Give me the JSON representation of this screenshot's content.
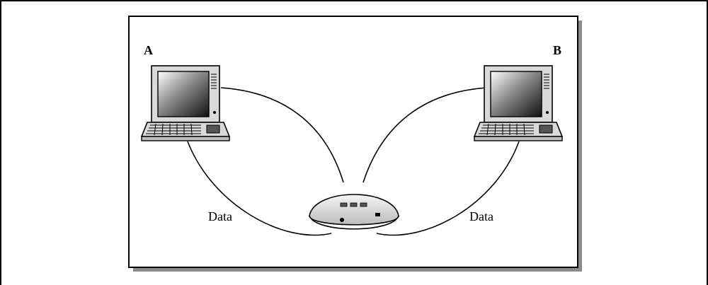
{
  "nodes": {
    "a": {
      "label": "A"
    },
    "b": {
      "label": "B"
    }
  },
  "links": {
    "left": {
      "label": "Data"
    },
    "right": {
      "label": "Data"
    }
  },
  "colors": {
    "line": "#000000",
    "background": "#ffffff",
    "shadow": "#8c8c8c",
    "laptop_body": "#d9d9d9",
    "hub_body": "#e0e0e0"
  }
}
